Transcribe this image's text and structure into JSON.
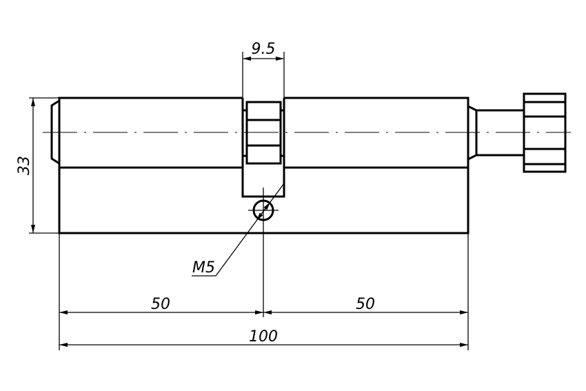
{
  "dimensions": {
    "cam_width": "9.5",
    "height": "33",
    "thread": "M5",
    "left_length": "50",
    "right_length": "50",
    "total_length": "100"
  },
  "colors": {
    "line": "#000000",
    "background": "#ffffff"
  }
}
